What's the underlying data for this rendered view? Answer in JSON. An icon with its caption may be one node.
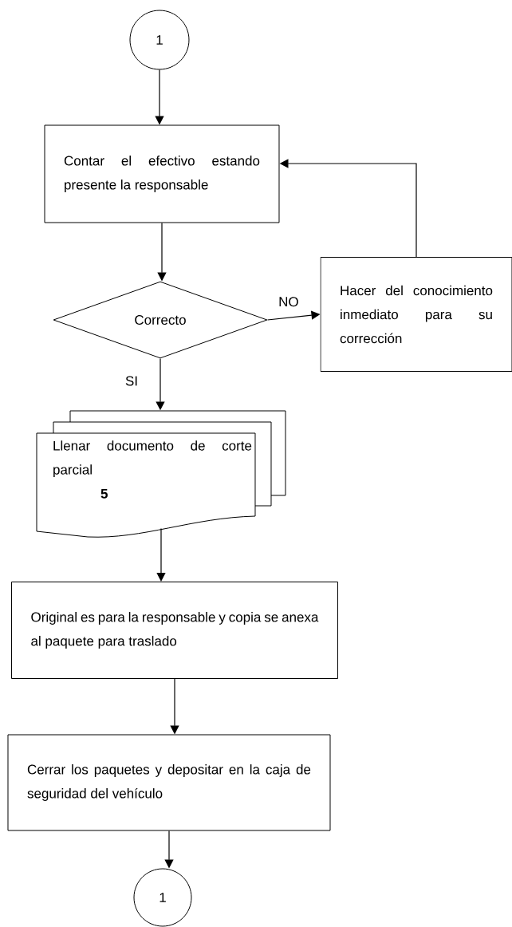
{
  "diagram": {
    "nodes": [
      {
        "text": [
          "1"
        ]
      },
      {
        "text": [
          "Contar el efectivo estando presente la responsable"
        ]
      },
      {
        "text": [
          "Correcto"
        ]
      },
      {
        "text": [
          "Hacer del conocimiento inmediato para su corrección"
        ]
      },
      {
        "text": [
          "Llenar documento de corte parcial",
          "5"
        ]
      },
      {
        "text": [
          "Original es para la responsable y copia se anexa al paquete para traslado"
        ]
      },
      {
        "text": [
          "Cerrar los paquetes y depositar en la caja de seguridad del vehículo"
        ]
      },
      {
        "text": [
          "1"
        ]
      }
    ],
    "edges": [
      {
        "from": 0,
        "to": 1,
        "arrow": "to"
      },
      {
        "from": 1,
        "to": 2,
        "arrow": "to"
      },
      {
        "from": 2,
        "to": 3,
        "arrow": "to",
        "label": "NO"
      },
      {
        "from": 3,
        "to": 1,
        "arrow": "to"
      },
      {
        "from": 2,
        "to": 4,
        "arrow": "to",
        "label": "SI"
      },
      {
        "from": 4,
        "to": 5,
        "arrow": "to"
      },
      {
        "from": 5,
        "to": 6,
        "arrow": "to"
      },
      {
        "from": 6,
        "to": 7,
        "arrow": "to"
      }
    ]
  }
}
